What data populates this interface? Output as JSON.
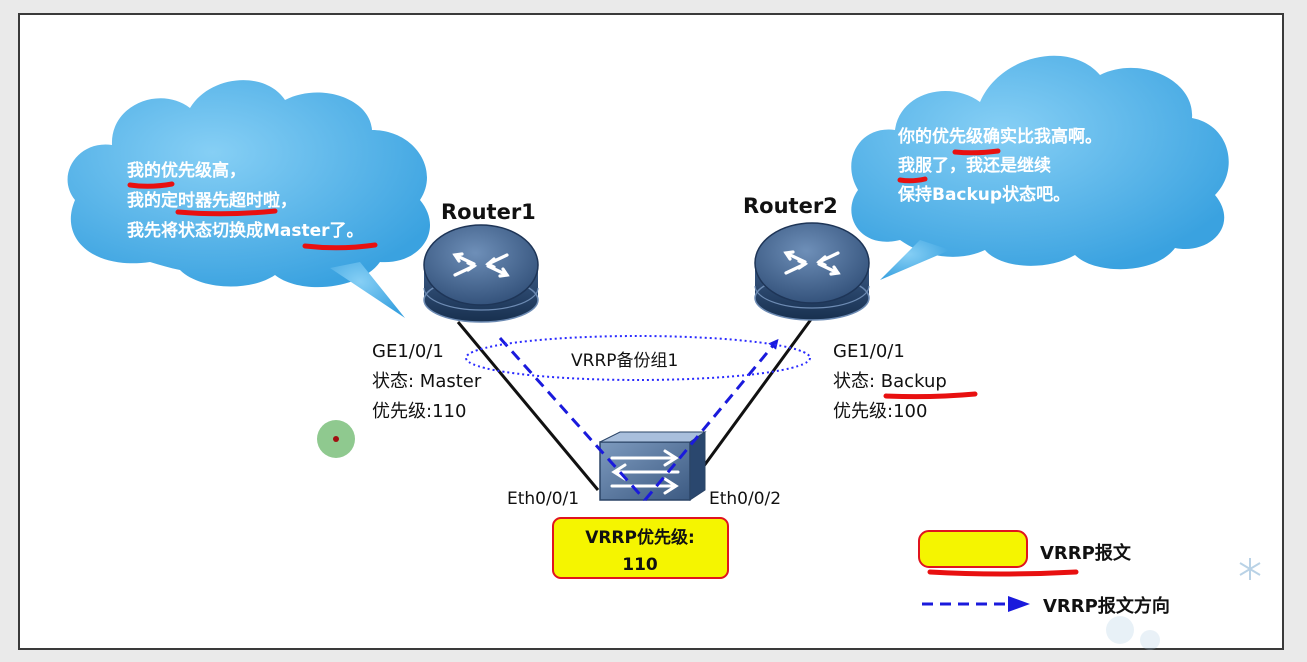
{
  "bubble_left": {
    "line1": "我的优先级高，",
    "line2": "我的定时器先超时啦，",
    "line3": "我先将状态切换成Master了。"
  },
  "bubble_right": {
    "line1": "你的优先级确实比我高啊。",
    "line2": "我服了，我还是继续",
    "line3": "保持Backup状态吧。"
  },
  "router1": {
    "name": "Router1",
    "interface": "GE1/0/1",
    "state": "状态: Master",
    "priority": "优先级:110"
  },
  "router2": {
    "name": "Router2",
    "interface": "GE1/0/1",
    "state_prefix": "状态: ",
    "state_value": "Backup",
    "priority": "优先级:100"
  },
  "vrrp_group_label": "VRRP备份组1",
  "switch_ports": {
    "left": "Eth0/0/1",
    "right": "Eth0/0/2"
  },
  "packet_box": {
    "line1": "VRRP优先级:",
    "line2": "110"
  },
  "legend": {
    "packet_label": "VRRP报文",
    "direction_label": "VRRP报文方向"
  },
  "colors": {
    "cloud": "#4aaee6",
    "packet_fill": "#f5f500",
    "packet_border": "#e0141e",
    "arrow": "#1a1adc",
    "underline": "#e81010",
    "router_body": "#2a4468"
  },
  "icons": {
    "router": "router-icon",
    "switch": "switch-icon",
    "cursor_dot": "pointer-dot",
    "snowflake": "snowflake-icon"
  }
}
